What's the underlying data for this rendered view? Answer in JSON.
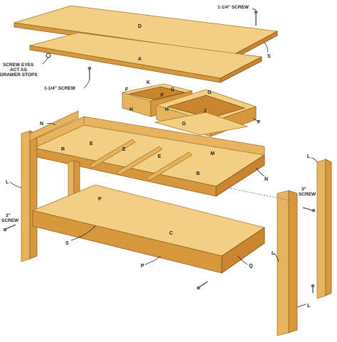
{
  "diagram": {
    "callouts": {
      "screw_top": "1-1/4\" SCREW",
      "screw_eyes": "SCREW EYES\nACT AS\nDRAWER STOPS",
      "screw_mid": "1-1/4\" SCREW",
      "screw_3_left": "3\"\nSCREW",
      "screw_3_right": "3\"\nSCREW"
    },
    "part_letters": {
      "D": "D",
      "A": "A",
      "S_top": "S",
      "K": "K",
      "F1": "F",
      "F2": "F",
      "F3": "F",
      "G1": "G",
      "G2": "G",
      "H1": "H",
      "H2": "H",
      "J": "J",
      "N1": "N",
      "N2": "N",
      "R": "R",
      "E1": "E",
      "E2": "E",
      "E3": "E",
      "M": "M",
      "B": "B",
      "L1": "L",
      "L2": "L",
      "L3": "L",
      "L4": "L",
      "P1": "P",
      "P2": "P",
      "C": "C",
      "S2": "S",
      "Q": "Q"
    }
  }
}
